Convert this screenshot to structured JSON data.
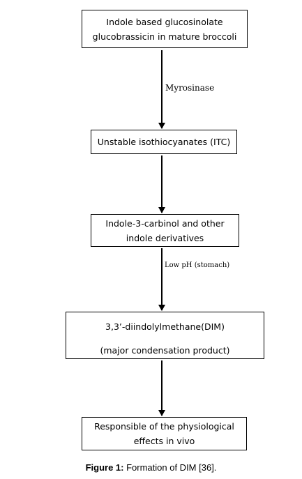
{
  "boxes": {
    "step1": {
      "line1": "Indole based glucosinolate",
      "line2": "glucobrassicin in mature broccoli"
    },
    "step2": {
      "line1": "Unstable isothiocyanates (ITC)"
    },
    "step3": {
      "line1": "Indole-3-carbinol and other",
      "line2": "indole derivatives"
    },
    "step4": {
      "line1": "3,3’-diindolylmethane(DIM)",
      "line2": "(major condensation product)"
    },
    "step5": {
      "line1": "Responsible of the physiological",
      "line2": "effects in vivo"
    }
  },
  "arrow_labels": {
    "enzyme": "Myrosinase",
    "condition": "Low pH (stomach)"
  },
  "caption": {
    "label": "Figure 1:",
    "text": " Formation of DIM [36]."
  }
}
